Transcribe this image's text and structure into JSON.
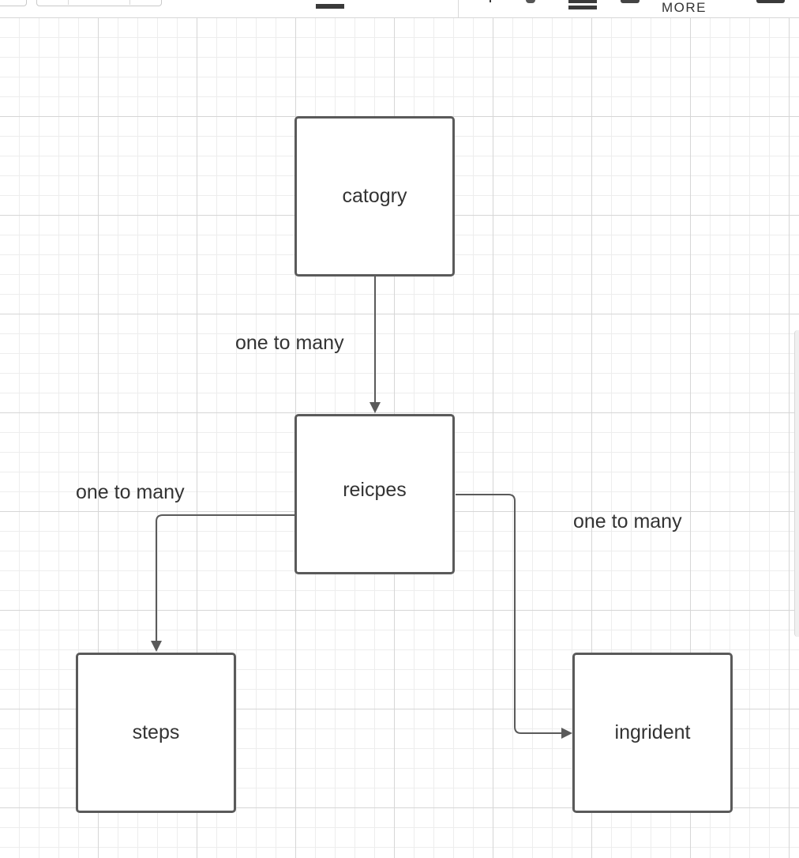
{
  "toolbar": {
    "more_label": "MORE"
  },
  "diagram": {
    "entities": {
      "category": "catogry",
      "recipes": "reicpes",
      "steps": "steps",
      "ingredient": "ingrident"
    },
    "relationships": {
      "category_to_recipes": "one to many",
      "recipes_to_steps": "one to many",
      "recipes_to_ingredient": "one to many"
    }
  },
  "colors": {
    "stroke": "#5a5a5a",
    "text": "#333333",
    "grid_major": "#d6d6d6",
    "grid_minor": "#ededed"
  }
}
